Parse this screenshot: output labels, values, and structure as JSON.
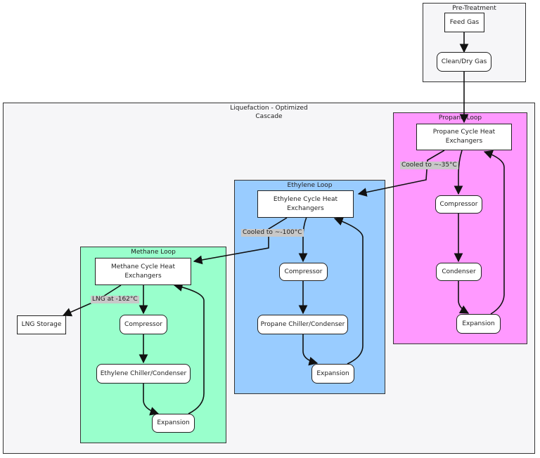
{
  "clusters": {
    "pretreatment": {
      "title": "Pre-Treatment"
    },
    "liquefaction": {
      "title": "Liquefaction - Optimized\nCascade"
    },
    "propane": {
      "title": "Propane Loop",
      "fill": "#ff99ff"
    },
    "ethylene": {
      "title": "Ethylene Loop",
      "fill": "#99ccff"
    },
    "methane": {
      "title": "Methane Loop",
      "fill": "#99ffcc"
    }
  },
  "nodes": {
    "feed_gas": "Feed Gas",
    "clean_dry_gas": "Clean/Dry Gas",
    "propane_hx": "Propane Cycle Heat\nExchangers",
    "propane_compressor": "Compressor",
    "propane_condenser": "Condenser",
    "propane_expansion": "Expansion",
    "ethylene_hx": "Ethylene Cycle Heat\nExchangers",
    "ethylene_compressor": "Compressor",
    "ethylene_chiller": "Propane Chiller/Condenser",
    "ethylene_expansion": "Expansion",
    "methane_hx": "Methane Cycle Heat\nExchangers",
    "methane_compressor": "Compressor",
    "methane_chiller": "Ethylene Chiller/Condenser",
    "methane_expansion": "Expansion",
    "lng_storage": "LNG Storage"
  },
  "edge_labels": {
    "propane_to_ethylene": "Cooled to ~-35°C",
    "ethylene_to_methane": "Cooled to ~-100°C",
    "methane_to_storage": "LNG at -162°C"
  }
}
